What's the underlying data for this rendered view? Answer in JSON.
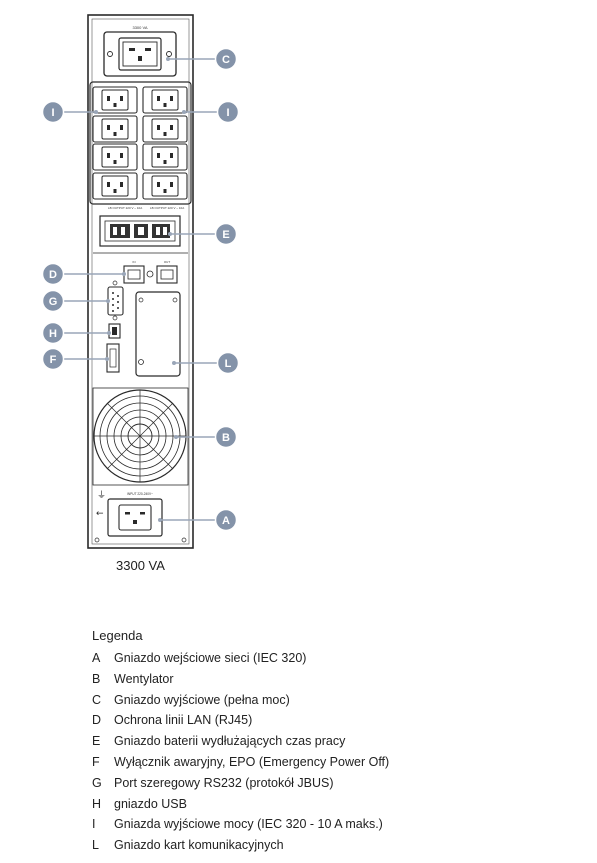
{
  "labels": [
    {
      "letter": "C"
    },
    {
      "letter": "I"
    },
    {
      "letter": "I"
    },
    {
      "letter": "E"
    },
    {
      "letter": "D"
    },
    {
      "letter": "G"
    },
    {
      "letter": "H"
    },
    {
      "letter": "F"
    },
    {
      "letter": "L"
    },
    {
      "letter": "B"
    },
    {
      "letter": "A"
    }
  ],
  "panel_text": {
    "top_rating": "3300 VA",
    "lb_output_left": "LB OUTPUT\n220 V ~ 10A",
    "lb_output_right": "LB OUTPUT\n220 V ~ 10A",
    "net_in": "IN",
    "net_out": "OUT",
    "input_rating": "INPUT 220-240V~"
  },
  "model_label": "3300 VA",
  "legend": {
    "title": "Legenda",
    "items": [
      {
        "key": "A",
        "text": "Gniazdo wejściowe sieci (IEC 320)"
      },
      {
        "key": "B",
        "text": "Wentylator"
      },
      {
        "key": "C",
        "text": "Gniazdo wyjściowe (pełna moc)"
      },
      {
        "key": "D",
        "text": "Ochrona linii LAN (RJ45)"
      },
      {
        "key": "E",
        "text": "Gniazdo baterii wydłużających czas pracy"
      },
      {
        "key": "F",
        "text": "Wyłącznik awaryjny, EPO (Emergency Power Off)"
      },
      {
        "key": "G",
        "text": "Port szeregowy RS232 (protokół JBUS)"
      },
      {
        "key": "H",
        "text": "gniazdo USB"
      },
      {
        "key": "I",
        "text": "Gniazda wyjściowe mocy (IEC 320 - 10 A maks.)"
      },
      {
        "key": "L",
        "text": "Gniazdo kart komunikacyjnych"
      }
    ]
  },
  "colors": {
    "badge": "#8493a9",
    "line": "#9aa6b8",
    "panel_stroke": "#2a2a2a"
  }
}
